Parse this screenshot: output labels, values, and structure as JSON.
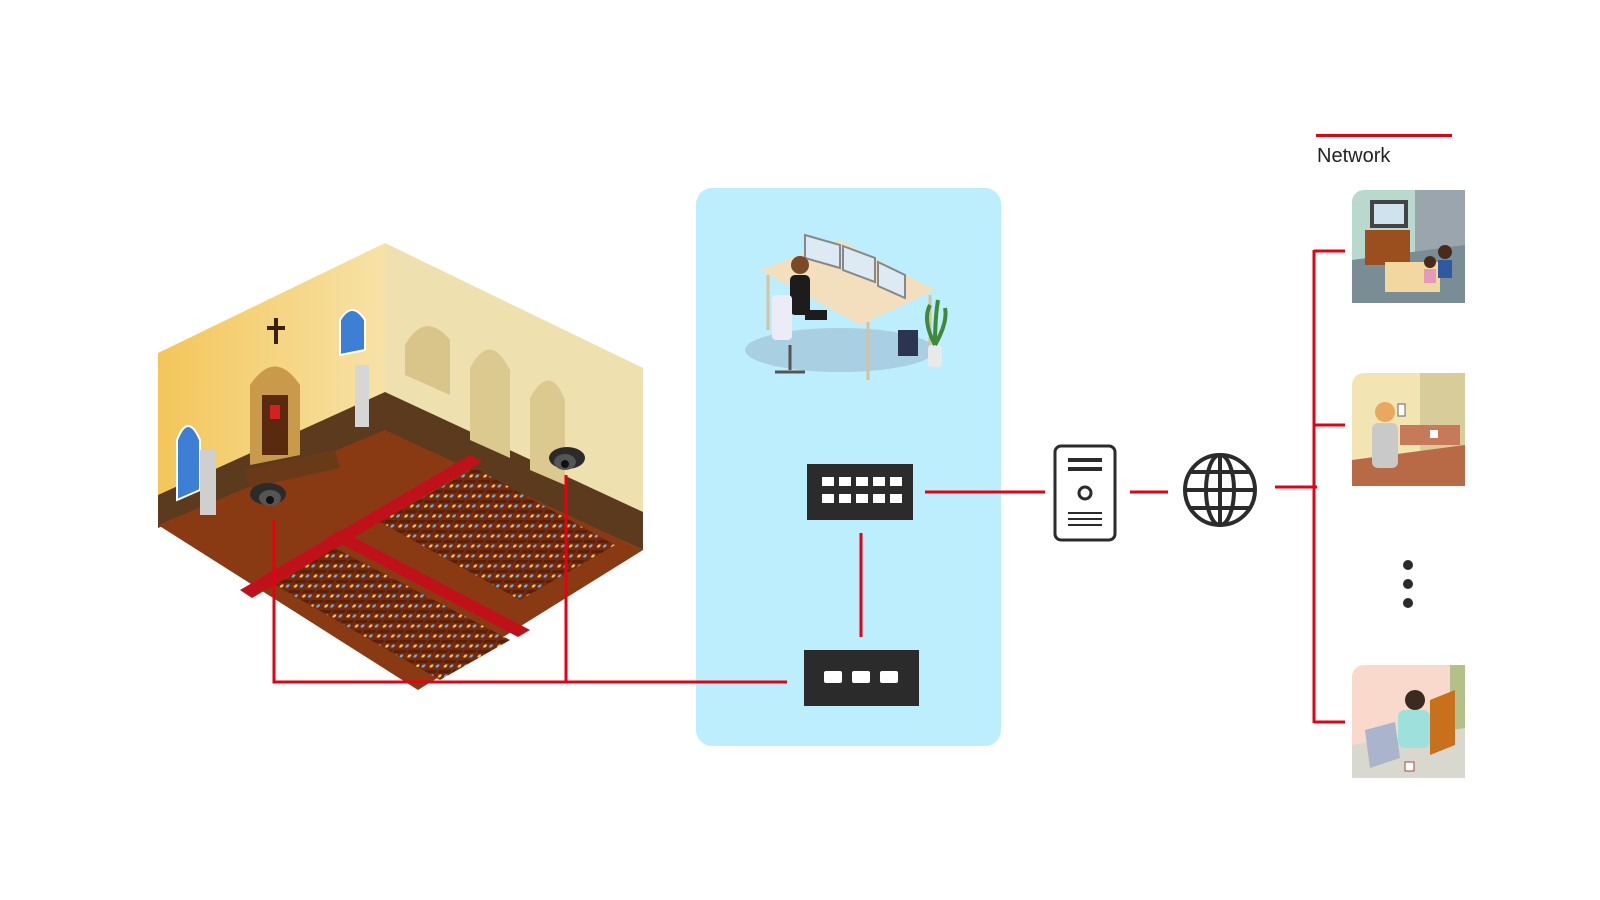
{
  "legend": {
    "label": "Network",
    "line_color": "#e60012"
  },
  "colors": {
    "network": "#e60012",
    "control_room_bg": "#bdeefd",
    "device_dark": "#2b2b2b",
    "church_wall": "#f3d98f",
    "church_floor": "#8a3a12",
    "aisle": "#c0111b"
  },
  "icons": [
    "church-scene",
    "ptz-camera-icon",
    "operator-workstation",
    "switcher-icon",
    "converter-icon",
    "server-icon",
    "globe-icon",
    "viewer-home-tv",
    "viewer-cafe-phone",
    "viewer-laptop",
    "more-dots-icon"
  ]
}
